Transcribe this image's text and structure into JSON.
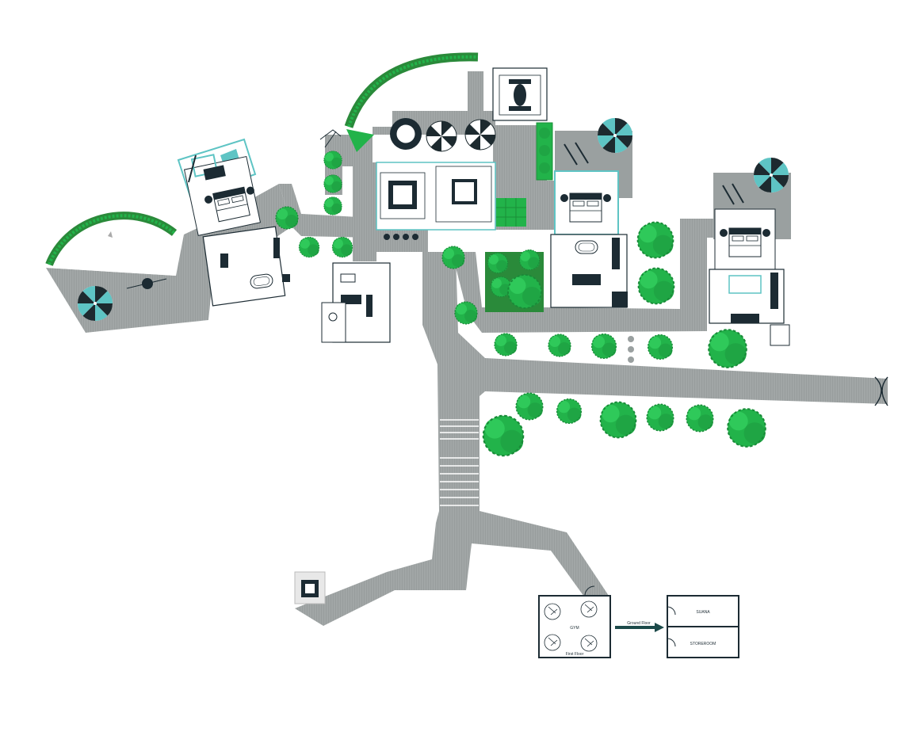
{
  "labels": {
    "gym": "GYM",
    "first_floor": "First Floor",
    "ground_floor": "Ground Floor",
    "sauna": "SUANA",
    "storeroom": "STOREROOM"
  },
  "colors": {
    "path": "#9aa0a0",
    "path_hatch": "#8c9292",
    "tree": "#22b34a",
    "tree_dark": "#1a8f38",
    "hedge": "#2a8a3a",
    "accent": "#5ec4c4",
    "umbrella_dark": "#1d2a2f",
    "wall": "#1c2b33"
  },
  "icons": {
    "umbrella": "umbrella-icon",
    "bed": "bed-icon",
    "tree": "tree-icon",
    "bathtub": "bathtub-icon",
    "gym_equipment": "gym-equipment-icon",
    "arrow": "arrow-right-icon"
  }
}
